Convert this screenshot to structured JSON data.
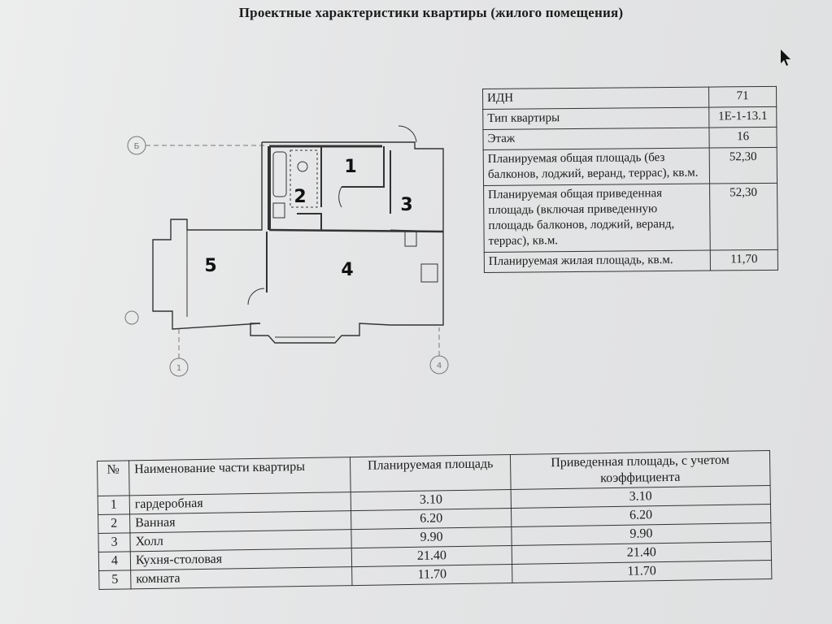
{
  "title": "Проектные характеристики квартиры (жилого помещения)",
  "info_rows": [
    {
      "label": "ИДН",
      "value": "71"
    },
    {
      "label": "Тип квартиры",
      "value": "1Е-1-13.1"
    },
    {
      "label": "Этаж",
      "value": "16"
    },
    {
      "label": "Планируемая общая площадь (без балконов, лоджий, веранд, террас), кв.м.",
      "value": "52,30"
    },
    {
      "label": "Планируемая общая приведенная площадь (включая приведенную площадь балконов, лоджий, веранд, террас), кв.м.",
      "value": "52,30"
    },
    {
      "label": "Планируемая жилая площадь, кв.м.",
      "value": "11,70"
    }
  ],
  "plan": {
    "room_labels": [
      "1",
      "2",
      "3",
      "4",
      "5"
    ],
    "axis_labels": [
      "Б",
      "1",
      "4"
    ]
  },
  "rooms_table": {
    "headers": [
      "№",
      "Наименование части квартиры",
      "Планируемая площадь",
      "Приведенная площадь, с учетом коэффициента"
    ],
    "rows": [
      {
        "n": "1",
        "name": "гардеробная",
        "area": "3.10",
        "reduced": "3.10"
      },
      {
        "n": "2",
        "name": "Ванная",
        "area": "6.20",
        "reduced": "6.20"
      },
      {
        "n": "3",
        "name": "Холл",
        "area": "9.90",
        "reduced": "9.90"
      },
      {
        "n": "4",
        "name": "Кухня-столовая",
        "area": "21.40",
        "reduced": "21.40"
      },
      {
        "n": "5",
        "name": "комната",
        "area": "11.70",
        "reduced": "11.70"
      }
    ]
  }
}
